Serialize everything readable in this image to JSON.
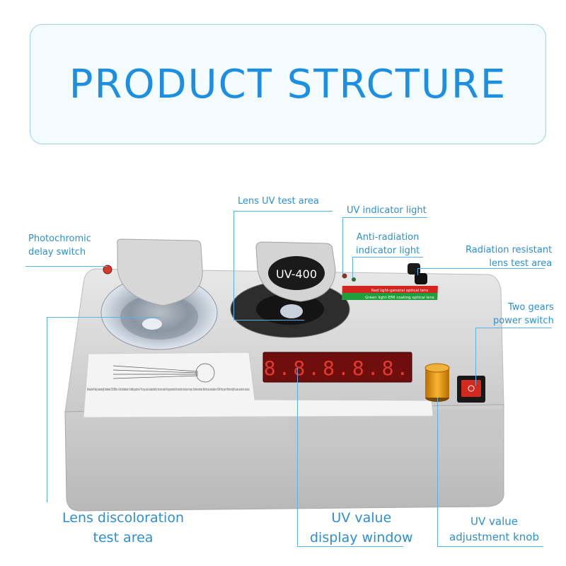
{
  "title": "PRODUCT STRCTURE",
  "device": {
    "uv_badge": "UV-400",
    "panel_line_red": "Red light-general optical lens",
    "panel_line_green": "Green light-EMI coating optical lens",
    "display_digits": "8.8.8.8.8.",
    "info_text": "Ultraviolet A Rays, wavelength between 315-380nm, is the borderland of visible spectrum. The rays can be absorbed by the lens when they penetrate the exterior structure of eyes. Evidence shows that the accumulation of UVA from your lifetime might cause sunburnt cataract."
  },
  "labels": {
    "photochromic_1": "Photochromic",
    "photochromic_2": "delay switch",
    "lens_uv": "Lens UV test area",
    "uv_indicator": "UV indicator light",
    "anti_rad_1": "Anti-radiation",
    "anti_rad_2": "indicator light",
    "rad_res_1": "Radiation resistant",
    "rad_res_2": "lens test area",
    "two_gears_1": "Two gears",
    "two_gears_2": "power switch",
    "discolor_1": "Lens discoloration",
    "discolor_2": "test area",
    "uv_value_1": "UV value",
    "uv_value_2": "display window",
    "knob_1": "UV value",
    "knob_2": "adjustment knob"
  },
  "colors": {
    "accent": "#2d8fd2",
    "line": "#59b3e8",
    "device_body": "#d9d9d9",
    "display_red": "#c8231e"
  }
}
